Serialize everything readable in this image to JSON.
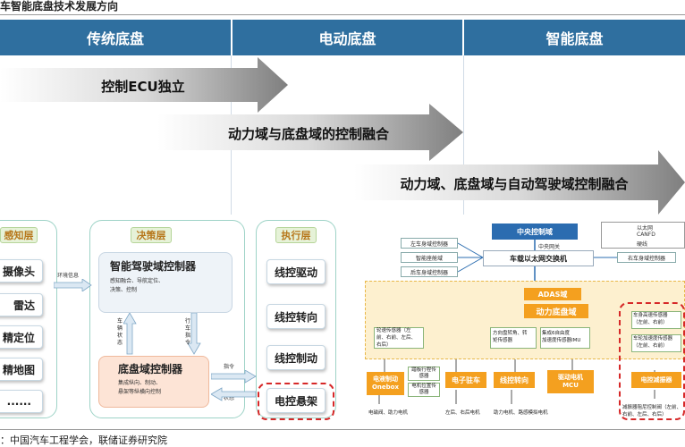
{
  "title": "车智能底盘技术发展方向",
  "headers": {
    "traditional": "传统底盘",
    "electric": "电动底盘",
    "smart": "智能底盘"
  },
  "arrows": {
    "a1": "控制ECU独立",
    "a2": "动力域与底盘域的控制融合",
    "a3": "动力域、底盘域与自动驾驶域控制融合"
  },
  "left_diagram": {
    "perception_layer": "感知层",
    "decision_layer": "决策层",
    "execution_layer": "执行层",
    "sensors": [
      "摄像头",
      "雷达",
      "精定位",
      "精地图",
      "......"
    ],
    "env_info": "环境信息",
    "adas_controller": {
      "title": "智能驾驶域控制器",
      "desc": [
        "感知融合、导航定位、",
        "决策、控制"
      ]
    },
    "vehicle_state": "车辆状态",
    "drive_cmd": "行车指令",
    "chassis_controller": {
      "title": "底盘域控制器",
      "desc": [
        "集成纵向、制动、",
        "悬架等纵横向控制"
      ]
    },
    "cmd": "指令",
    "state": "状态",
    "actuators": [
      "线控驱动",
      "线控转向",
      "线控制动",
      "电控悬架"
    ]
  },
  "right_diagram": {
    "central_domain": "中央控制域",
    "central_gateway": "中央网关",
    "ethernet_switch": "车载以太网交换机",
    "legend": [
      "以太网",
      "CANFD",
      "硬线"
    ],
    "left_body": "左车身域控制器",
    "smart_cockpit": "智能座舱域",
    "rear_body": "后车身域控制器",
    "right_body": "右车身域控制器",
    "adas_domain": "ADAS域",
    "power_chassis": "动力底盘域",
    "wheel_speed": [
      "轮速传感器（左",
      "前、右前、左后、",
      "右后）"
    ],
    "steering_sensor": [
      "方向盘转角、转",
      "矩传感器"
    ],
    "imu": [
      "集成6自由度",
      "加速度传感器IMU"
    ],
    "susp_speed": [
      "车身高速传感器",
      "（左前、右前）"
    ],
    "wheel_accel": [
      "车轮加速度传感器",
      "（左前、右前）"
    ],
    "onebox": [
      "电液制动",
      "Onebox"
    ],
    "parking_boxes": [
      "踏板行程传感器",
      "电机位置传感器"
    ],
    "epb": "电子驻车",
    "steer_ctrl": "线控转向",
    "drive_motor": [
      "驱动电机",
      "MCU"
    ],
    "damper": "电控减振器",
    "bottom_labels": [
      "电磁阀、助力电机",
      "左后、右后电机",
      "助力电机、路感模拟电机",
      "减振器阻尼控制阀（左前、右前、左后、右后）"
    ]
  },
  "source": "资料来源：中国汽车工程学会，联储证券研究院",
  "source_visible": "：中国汽车工程学会，联储证券研究院"
}
